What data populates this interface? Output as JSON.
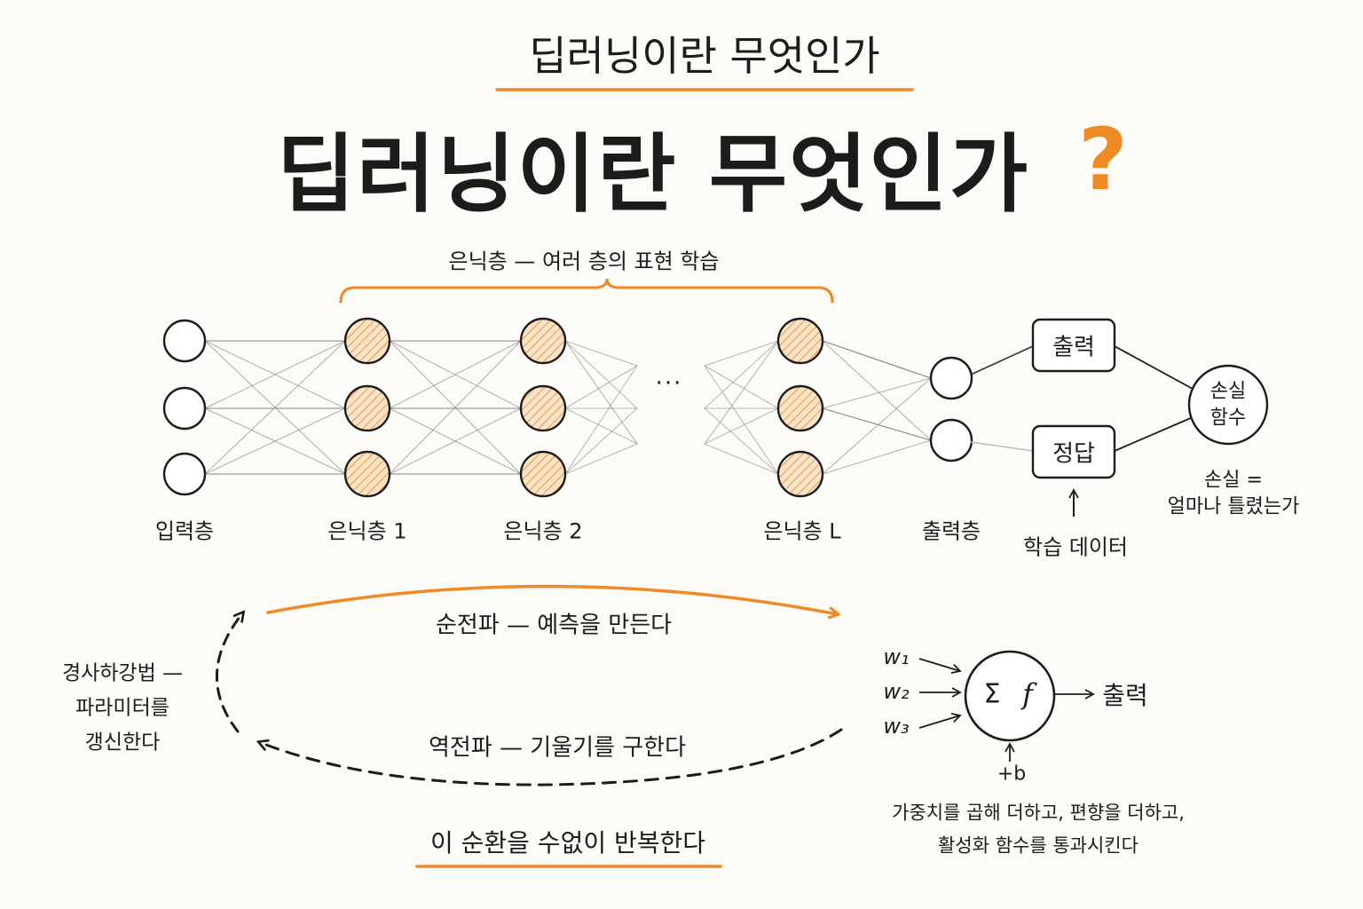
{
  "header": {
    "small_title": "딥러닝이란 무엇인가",
    "big_title": "딥러닝이란 무엇인가",
    "question_mark": "?"
  },
  "network": {
    "hidden_brace_label": "은닉층 — 여러 층의 표현 학습",
    "ellipsis": "···",
    "layer_labels": {
      "input": "입력층",
      "hidden1": "은닉층 1",
      "hidden2": "은닉층 2",
      "hiddenL": "은닉층 L",
      "output": "출력층"
    }
  },
  "loss_section": {
    "output_box": "출력",
    "answer_box": "정답",
    "training_data_label": "학습 데이터",
    "loss_function": "손실\n함수",
    "loss_desc": "손실 =\n얼마나 틀렸는가"
  },
  "training_loop": {
    "forward": "순전파 — 예측을 만든다",
    "backward": "역전파 — 기울기를 구한다",
    "gradient_descent": "경사하강법 —\n파라미터를\n갱신한다",
    "repeat": "이 순환을 수없이 반복한다"
  },
  "neuron": {
    "w1": "w₁",
    "w2": "w₂",
    "w3": "w₃",
    "sum_symbol": "Σ",
    "func_symbol": "f",
    "bias": "+b",
    "output": "출력",
    "caption": "가중치를 곱해 더하고, 편향을 더하고,\n활성화 함수를 통과시킨다"
  },
  "colors": {
    "accent": "#f08a24",
    "hidden_fill": "#fbe3c6",
    "ink": "#1c1c1c"
  }
}
